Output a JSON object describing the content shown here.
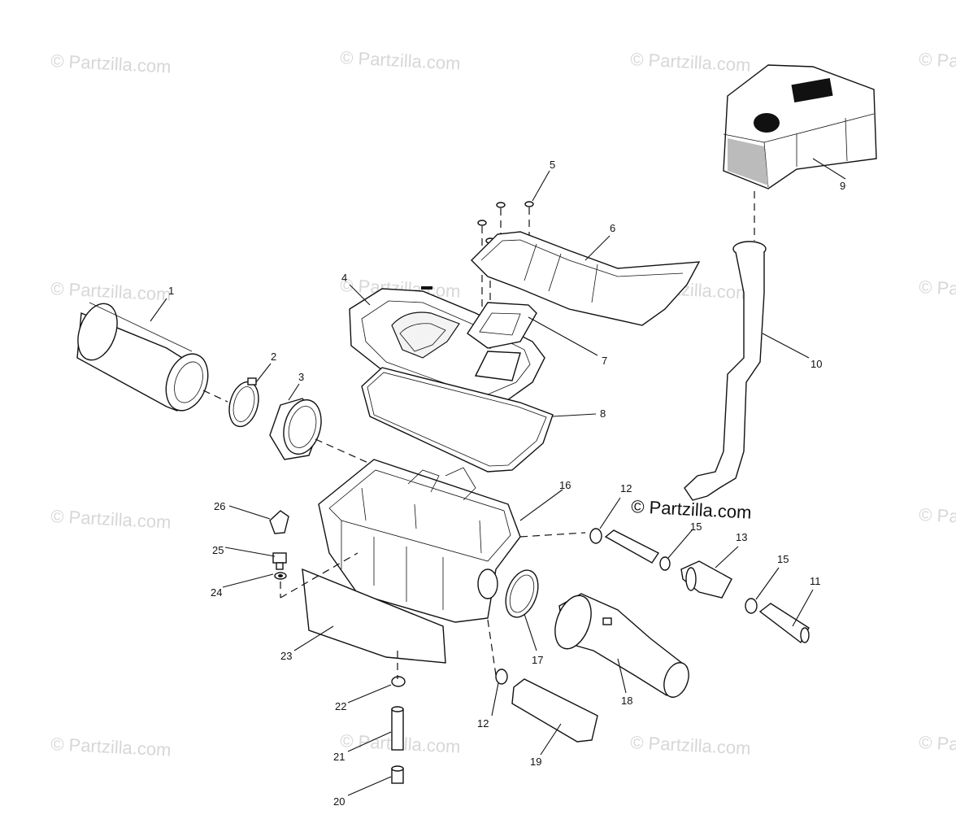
{
  "watermark": "© Partzilla.com",
  "banner": "© Partzilla.com",
  "callouts": [
    "1",
    "2",
    "3",
    "4",
    "5",
    "6",
    "7",
    "8",
    "9",
    "10",
    "11",
    "12",
    "12",
    "13",
    "15",
    "15",
    "16",
    "17",
    "18",
    "19",
    "20",
    "21",
    "22",
    "23",
    "24",
    "25",
    "26"
  ]
}
